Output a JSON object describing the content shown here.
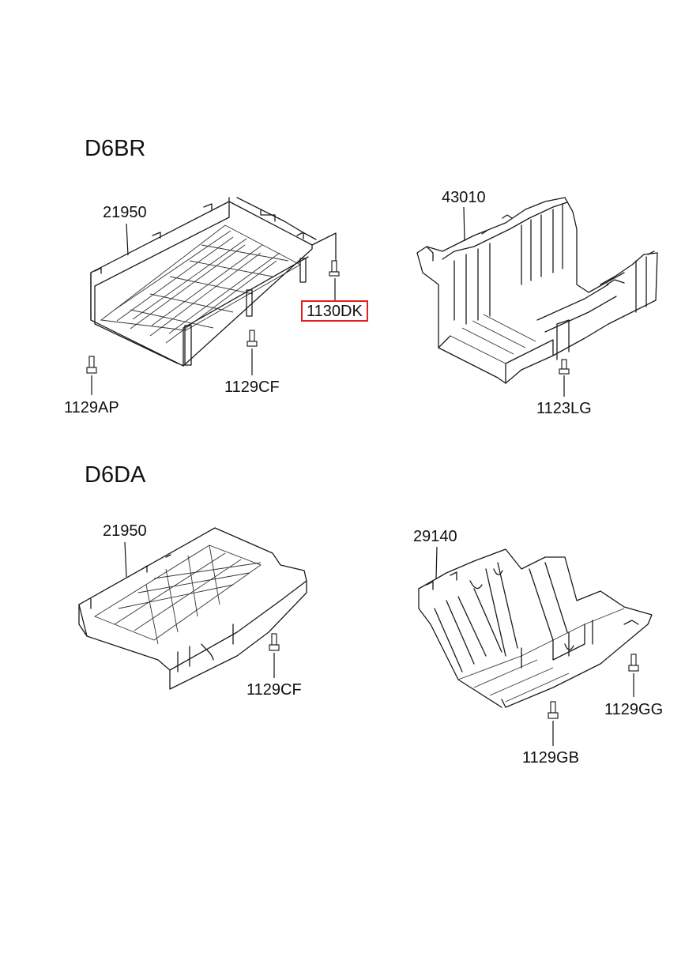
{
  "sections": [
    {
      "title": "D6BR"
    },
    {
      "title": "D6DA"
    }
  ],
  "labels": {
    "d6br_21950": "21950",
    "d6br_1130dk": "1130DK",
    "d6br_1129cf": "1129CF",
    "d6br_1129ap": "1129AP",
    "d6br_43010": "43010",
    "d6br_1123lg": "1123LG",
    "d6da_21950": "21950",
    "d6da_1129cf": "1129CF",
    "d6da_29140": "29140",
    "d6da_1129gg": "1129GG",
    "d6da_1129gb": "1129GB"
  },
  "highlight_color": "#e02020"
}
